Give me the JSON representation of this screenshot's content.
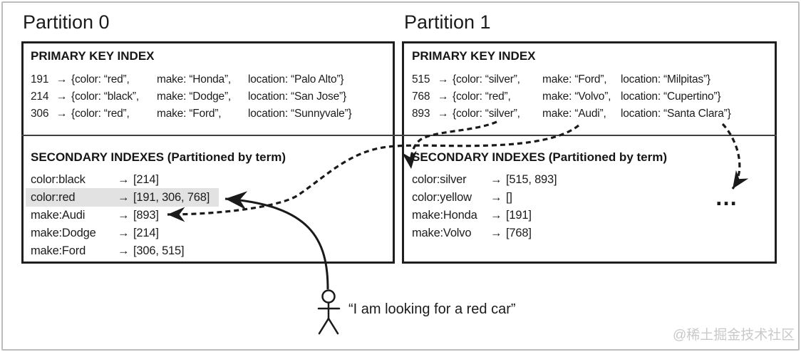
{
  "partitions": [
    {
      "title": "Partition 0",
      "primary": {
        "header": "PRIMARY KEY INDEX",
        "rows": [
          {
            "key": "191",
            "arrow": "→",
            "color": "{color: “red”,",
            "make": "make: “Honda”,",
            "location": "location: “Palo Alto”}"
          },
          {
            "key": "214",
            "arrow": "→",
            "color": "{color: “black”,",
            "make": "make: “Dodge”,",
            "location": "location: “San Jose”}"
          },
          {
            "key": "306",
            "arrow": "→",
            "color": "{color: “red”,",
            "make": "make: “Ford”,",
            "location": "location: “Sunnyvale”}"
          }
        ]
      },
      "secondary": {
        "header": "SECONDARY INDEXES (Partitioned by term)",
        "rows": [
          {
            "term": "color:black",
            "arrow": "→",
            "ids": "[214]"
          },
          {
            "term": "color:red",
            "arrow": "→",
            "ids": "[191, 306, 768]",
            "highlight": true
          },
          {
            "term": "make:Audi",
            "arrow": "→",
            "ids": "[893]"
          },
          {
            "term": "make:Dodge",
            "arrow": "→",
            "ids": "[214]"
          },
          {
            "term": "make:Ford",
            "arrow": "→",
            "ids": "[306, 515]"
          }
        ]
      }
    },
    {
      "title": "Partition 1",
      "primary": {
        "header": "PRIMARY KEY INDEX",
        "rows": [
          {
            "key": "515",
            "arrow": "→",
            "color": "{color: “silver”,",
            "make": "make: “Ford”,",
            "location": "location: “Milpitas”}"
          },
          {
            "key": "768",
            "arrow": "→",
            "color": "{color: “red”,",
            "make": "make: “Volvo”,",
            "location": "location: “Cupertino”}"
          },
          {
            "key": "893",
            "arrow": "→",
            "color": "{color: “silver”,",
            "make": "make: “Audi”,",
            "location": "location: “Santa Clara”}"
          }
        ]
      },
      "secondary": {
        "header": "SECONDARY INDEXES (Partitioned by term)",
        "rows": [
          {
            "term": "color:silver",
            "arrow": "→",
            "ids": "[515, 893]"
          },
          {
            "term": "color:yellow",
            "arrow": "→",
            "ids": "[]"
          },
          {
            "term": "make:Honda",
            "arrow": "→",
            "ids": "[191]"
          },
          {
            "term": "make:Volvo",
            "arrow": "→",
            "ids": "[768]"
          }
        ]
      }
    }
  ],
  "query": {
    "quote": "“I am looking for a red car”"
  },
  "more_partitions": "…",
  "watermark": "@稀土掘金技术社区",
  "colors": {
    "highlight": "#e2e2e2",
    "ink": "#1a1a1a",
    "watermark": "#c9c9c9"
  }
}
